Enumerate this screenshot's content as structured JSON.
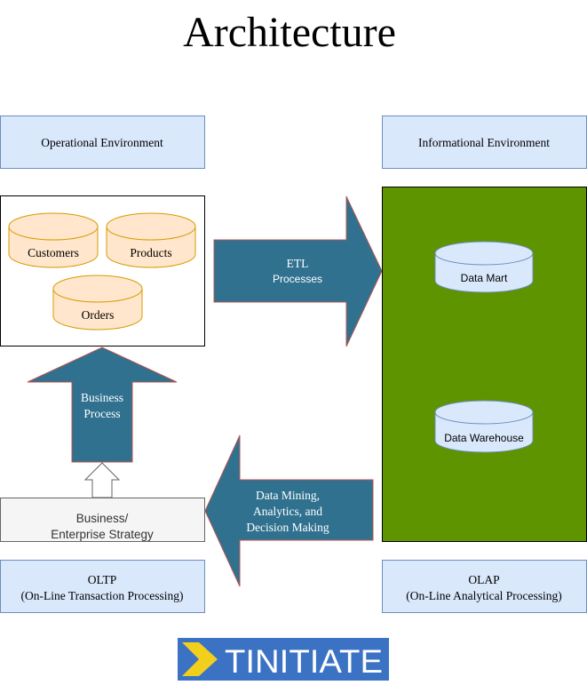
{
  "title": "Architecture",
  "headers": {
    "operational": "Operational Environment",
    "informational": "Informational Environment"
  },
  "databases": {
    "customers": "Customers",
    "products": "Products",
    "orders": "Orders",
    "data_mart": "Data Mart",
    "data_warehouse": "Data Warehouse"
  },
  "arrows": {
    "etl": {
      "line1": "ETL",
      "line2": "Processes"
    },
    "business_process": {
      "line1": "Business",
      "line2": "Process"
    },
    "data_mining": {
      "line1": "Data Mining,",
      "line2": "Analytics, and",
      "line3": "Decision Making"
    }
  },
  "strategy": {
    "line1": "Business/",
    "line2": "Enterprise Strategy"
  },
  "footers": {
    "oltp": {
      "line1": "OLTP",
      "line2": "(On-Line Transaction Processing)"
    },
    "olap": {
      "line1": "OLAP",
      "line2": "(On-Line Analytical Processing)"
    }
  },
  "logo": {
    "text": "TINITIATE"
  },
  "colors": {
    "header_fill": "#dae8fc",
    "header_stroke": "#6c8ebf",
    "db_orange_fill": "#ffe6cc",
    "db_orange_stroke": "#d79b00",
    "db_blue_fill": "#dae8fc",
    "db_blue_stroke": "#6c8ebf",
    "arrow_fill": "#30718f",
    "arrow_stroke": "#b85450",
    "green_panel": "#5d9400",
    "strategy_fill": "#f5f5f5",
    "logo_blue": "#3b72c4",
    "logo_yellow": "#f2cf1c"
  }
}
